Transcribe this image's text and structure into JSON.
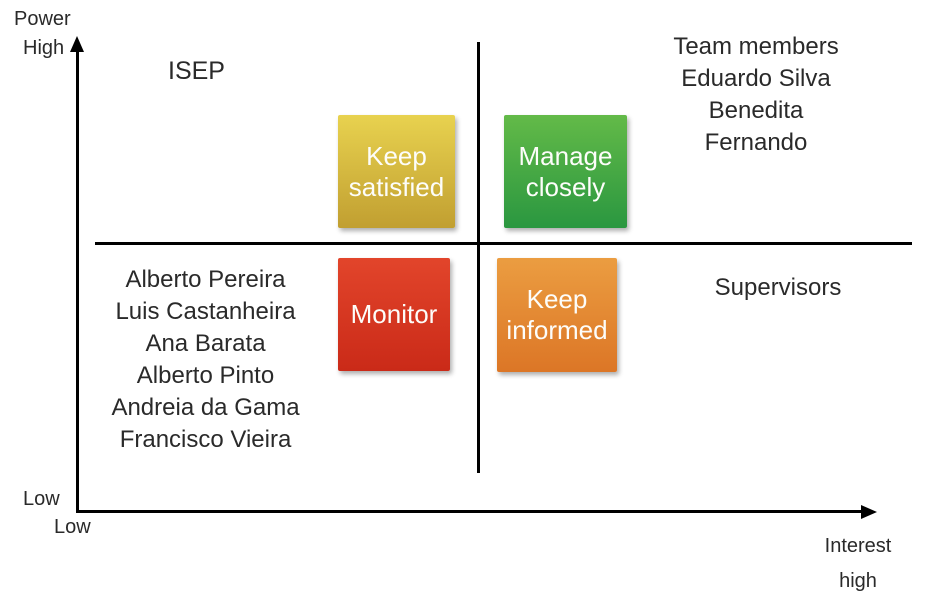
{
  "axes": {
    "y_axis_label": "Power",
    "y_high_label": "High",
    "y_low_label": "Low",
    "x_low_label": "Low",
    "x_axis_label": "Interest",
    "x_high_label": "high"
  },
  "quadrants": {
    "top_left_label": "ISEP",
    "top_right_lines": [
      "Team members",
      "Eduardo Silva",
      "Benedita",
      "Fernando"
    ],
    "bottom_left_lines": [
      "Alberto Pereira",
      "Luis Castanheira",
      "Ana Barata",
      "Alberto Pinto",
      "Andreia da Gama",
      "Francisco Vieira"
    ],
    "bottom_right_label": "Supervisors"
  },
  "boxes": [
    {
      "name": "keep-satisfied",
      "lines": [
        "Keep",
        "satisfied"
      ],
      "color_top": "#e8d24f",
      "color_bottom": "#c19f31"
    },
    {
      "name": "manage-closely",
      "lines": [
        "Manage",
        "closely"
      ],
      "color_top": "#63ba48",
      "color_bottom": "#2a9740"
    },
    {
      "name": "monitor",
      "lines": [
        "Monitor"
      ],
      "color_top": "#e2452b",
      "color_bottom": "#ca2a18"
    },
    {
      "name": "keep-informed",
      "lines": [
        "Keep",
        "informed"
      ],
      "color_top": "#eb9d41",
      "color_bottom": "#dc7626"
    }
  ],
  "colors": {
    "background": "#ffffff",
    "line": "#000000",
    "label_text": "#2a2a2a",
    "box_text": "#fdfdfa"
  }
}
